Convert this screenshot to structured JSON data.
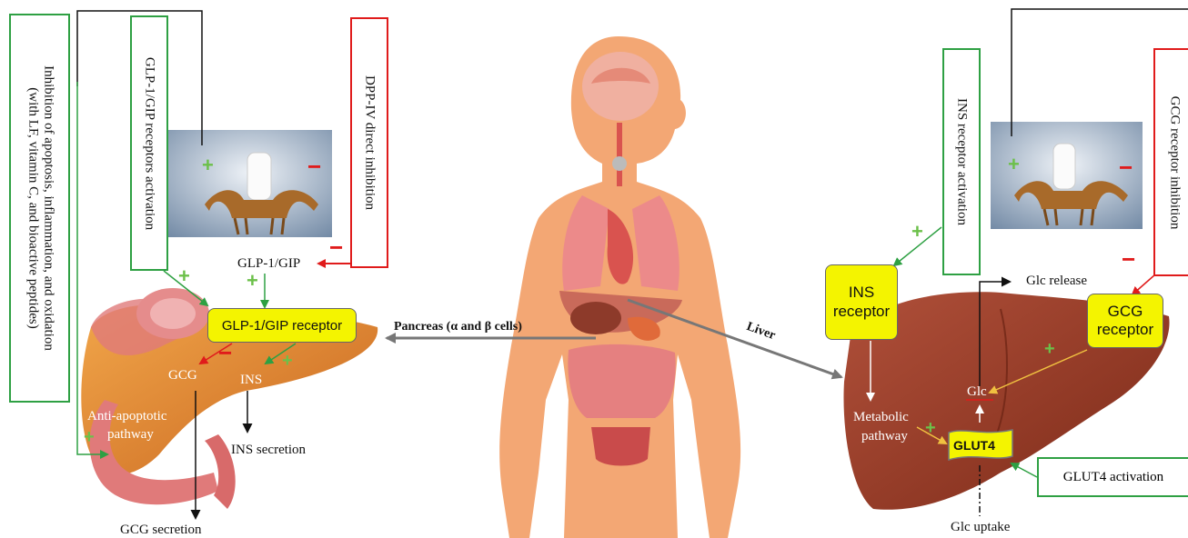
{
  "left": {
    "box_inhibition": "Inhibition of apoptosis, inflammation, and oxidation",
    "box_inhibition_line2": "(with LF, vitamin C, and bioactive peptides)",
    "box_glp_activation": "GLP-1/GIP receptors activation",
    "box_dpp_inhibition": "DPP-IV direct inhibition",
    "hormone_label": "GLP-1/GIP",
    "receptor_label": "GLP-1/GIP receptor",
    "gcg_label": "GCG",
    "ins_label": "INS",
    "anti_apoptotic": "Anti-apoptotic",
    "pathway": "pathway",
    "ins_secretion": "INS secretion",
    "gcg_secretion": "GCG secretion"
  },
  "center": {
    "pancreas_label": "Pancreas (α and β cells)",
    "liver_label": "Liver"
  },
  "right": {
    "box_ins_activation": "INS receptor activation",
    "box_gcg_inhibition": "GCG receptor inhibition",
    "ins_receptor": "INS receptor",
    "gcg_receptor": "GCG receptor",
    "glc_release": "Glc release",
    "glc_label": "Glc",
    "metabolic": "Metabolic",
    "pathway": "pathway",
    "glut4": "GLUT4",
    "glut4_activation": "GLUT4 activation",
    "glc_uptake": "Glc uptake"
  },
  "signs": {
    "plus": "+",
    "minus": "−"
  },
  "colors": {
    "activation": "#2ea043",
    "inhibition": "#e01b1b",
    "highlight": "#f4f400",
    "organ": "#f2a16a",
    "liver": "#9e3e26",
    "pancreas": "#e0843a"
  }
}
